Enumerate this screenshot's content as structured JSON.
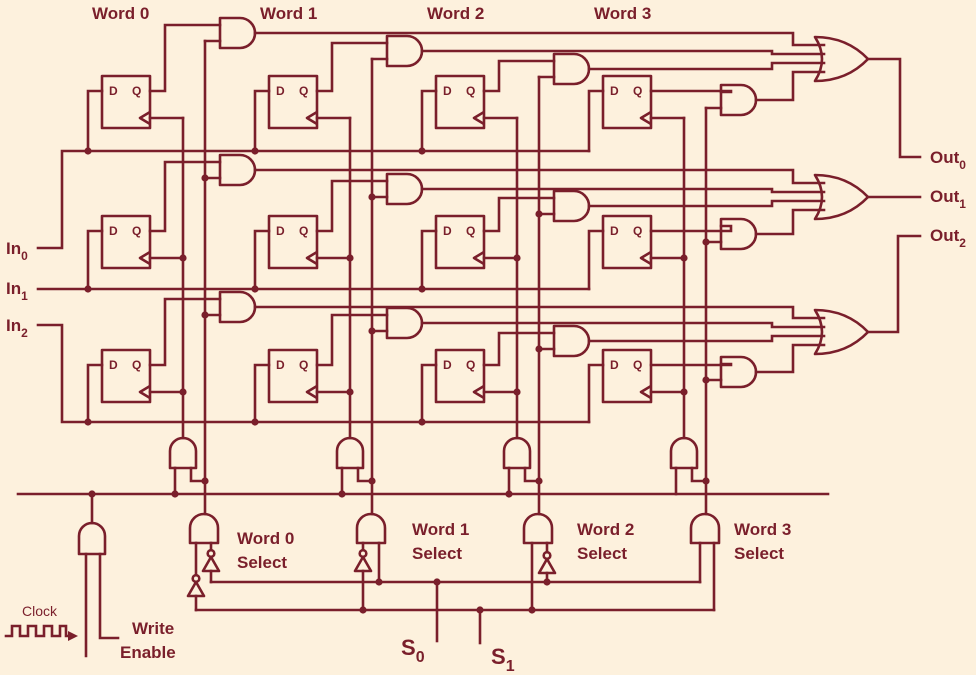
{
  "colors": {
    "background": "#fdf1dd",
    "wire": "#7a1f2b"
  },
  "words": [
    {
      "header": "Word 0",
      "select_line1": "Word 0",
      "select_line2": "Select"
    },
    {
      "header": "Word 1",
      "select_line1": "Word 1",
      "select_line2": "Select"
    },
    {
      "header": "Word 2",
      "select_line1": "Word 2",
      "select_line2": "Select"
    },
    {
      "header": "Word 3",
      "select_line1": "Word 3",
      "select_line2": "Select"
    }
  ],
  "inputs": [
    {
      "label": "In",
      "sub": "0"
    },
    {
      "label": "In",
      "sub": "1"
    },
    {
      "label": "In",
      "sub": "2"
    }
  ],
  "outputs": [
    {
      "label": "Out",
      "sub": "0"
    },
    {
      "label": "Out",
      "sub": "1"
    },
    {
      "label": "Out",
      "sub": "2"
    }
  ],
  "selects": [
    {
      "label": "S",
      "sub": "0"
    },
    {
      "label": "S",
      "sub": "1"
    }
  ],
  "flip_flop": {
    "d_label": "D",
    "q_label": "Q"
  },
  "clock": {
    "label": "Clock"
  },
  "write_enable": {
    "line1": "Write",
    "line2": "Enable"
  }
}
